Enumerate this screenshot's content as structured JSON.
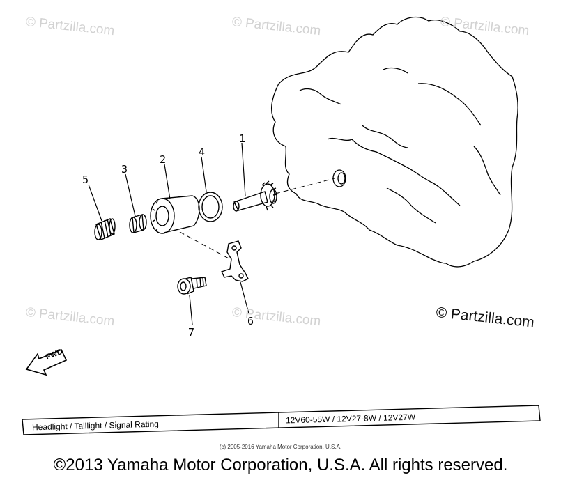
{
  "watermark": {
    "text": "© Partzilla.com"
  },
  "callouts": [
    "1",
    "2",
    "3",
    "4",
    "5",
    "6",
    "7"
  ],
  "fwd_label": "FWD",
  "rating": {
    "label": "Headlight / Taillight / Signal Rating",
    "value": "12V60-55W / 12V27-8W / 12V27W"
  },
  "small_copyright": "(c) 2005-2016 Yamaha Motor Corporation, U.S.A.",
  "copyright": "©2013 Yamaha Motor Corporation, U.S.A. All rights reserved."
}
